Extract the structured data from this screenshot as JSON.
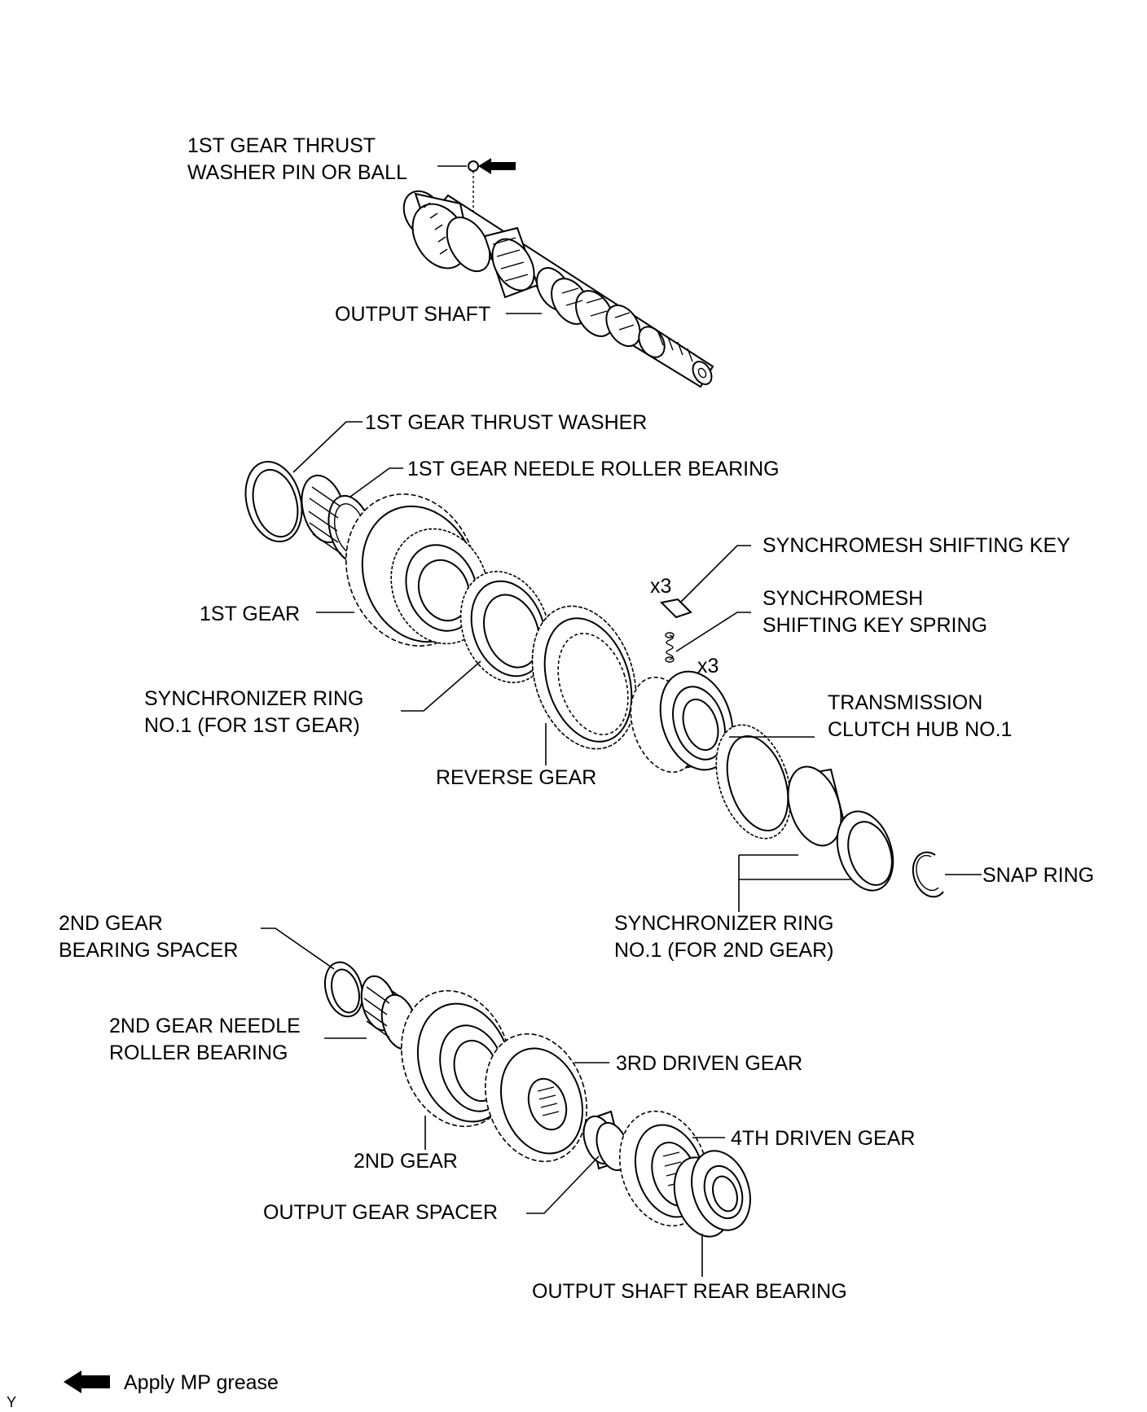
{
  "labels": {
    "thrust_washer_pin_1": "1ST GEAR THRUST",
    "thrust_washer_pin_2": "WASHER PIN OR BALL",
    "output_shaft": "OUTPUT SHAFT",
    "thrust_washer": "1ST GEAR THRUST WASHER",
    "needle_bearing_1st": "1ST GEAR NEEDLE ROLLER BEARING",
    "shifting_key": "SYNCHROMESH SHIFTING KEY",
    "shifting_key_spring_1": "SYNCHROMESH",
    "shifting_key_spring_2": "SHIFTING KEY SPRING",
    "qty_key": "x3",
    "qty_spring": "x3",
    "gear_1st": "1ST GEAR",
    "sync_ring_1st_1": "SYNCHRONIZER RING",
    "sync_ring_1st_2": "NO.1 (FOR 1ST GEAR)",
    "clutch_hub_1": "TRANSMISSION",
    "clutch_hub_2": "CLUTCH HUB NO.1",
    "reverse_gear": "REVERSE GEAR",
    "snap_ring": "SNAP RING",
    "sync_ring_2nd_1": "SYNCHRONIZER RING",
    "sync_ring_2nd_2": "NO.1 (FOR 2ND GEAR)",
    "spacer_2nd_1": "2ND GEAR",
    "spacer_2nd_2": "BEARING SPACER",
    "needle_bearing_2nd_1": "2ND GEAR NEEDLE",
    "needle_bearing_2nd_2": "ROLLER BEARING",
    "driven_3rd": "3RD DRIVEN GEAR",
    "gear_2nd": "2ND GEAR",
    "driven_4th": "4TH DRIVEN GEAR",
    "output_gear_spacer": "OUTPUT GEAR SPACER",
    "rear_bearing": "OUTPUT SHAFT REAR BEARING"
  },
  "legend": {
    "text": "Apply MP grease",
    "icon": "arrow-left-icon"
  },
  "corner_mark": "Y"
}
